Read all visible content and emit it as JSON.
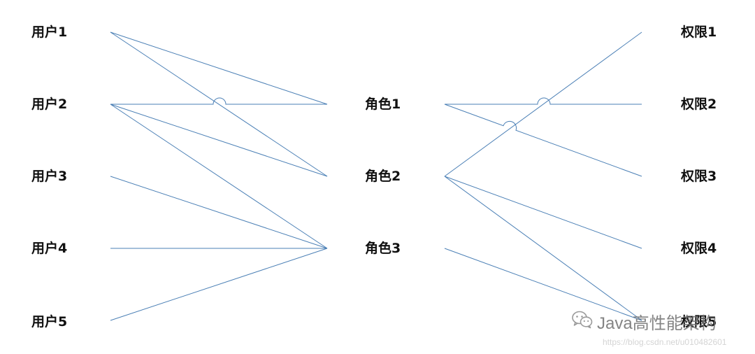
{
  "users": [
    {
      "id": "u1",
      "label": "用户1"
    },
    {
      "id": "u2",
      "label": "用户2"
    },
    {
      "id": "u3",
      "label": "用户3"
    },
    {
      "id": "u4",
      "label": "用户4"
    },
    {
      "id": "u5",
      "label": "用户5"
    }
  ],
  "roles": [
    {
      "id": "r1",
      "label": "角色1"
    },
    {
      "id": "r2",
      "label": "角色2"
    },
    {
      "id": "r3",
      "label": "角色3"
    }
  ],
  "permissions": [
    {
      "id": "p1",
      "label": "权限1"
    },
    {
      "id": "p2",
      "label": "权限2"
    },
    {
      "id": "p3",
      "label": "权限3"
    },
    {
      "id": "p4",
      "label": "权限4"
    },
    {
      "id": "p5",
      "label": "权限5"
    }
  ],
  "user_role_links": [
    [
      "u1",
      "r1"
    ],
    [
      "u1",
      "r2"
    ],
    [
      "u2",
      "r1"
    ],
    [
      "u2",
      "r2"
    ],
    [
      "u2",
      "r3"
    ],
    [
      "u3",
      "r3"
    ],
    [
      "u4",
      "r3"
    ],
    [
      "u5",
      "r3"
    ]
  ],
  "role_permission_links": [
    [
      "r1",
      "p2"
    ],
    [
      "r1",
      "p3"
    ],
    [
      "r2",
      "p1"
    ],
    [
      "r2",
      "p4"
    ],
    [
      "r2",
      "p5"
    ],
    [
      "r3",
      "p5"
    ]
  ],
  "line_color": "#4a7fb5",
  "text_color": "#111111",
  "watermark": {
    "icon": "wechat-icon",
    "text": "Java高性能架构"
  },
  "credit": "https://blog.csdn.net/u010482601"
}
